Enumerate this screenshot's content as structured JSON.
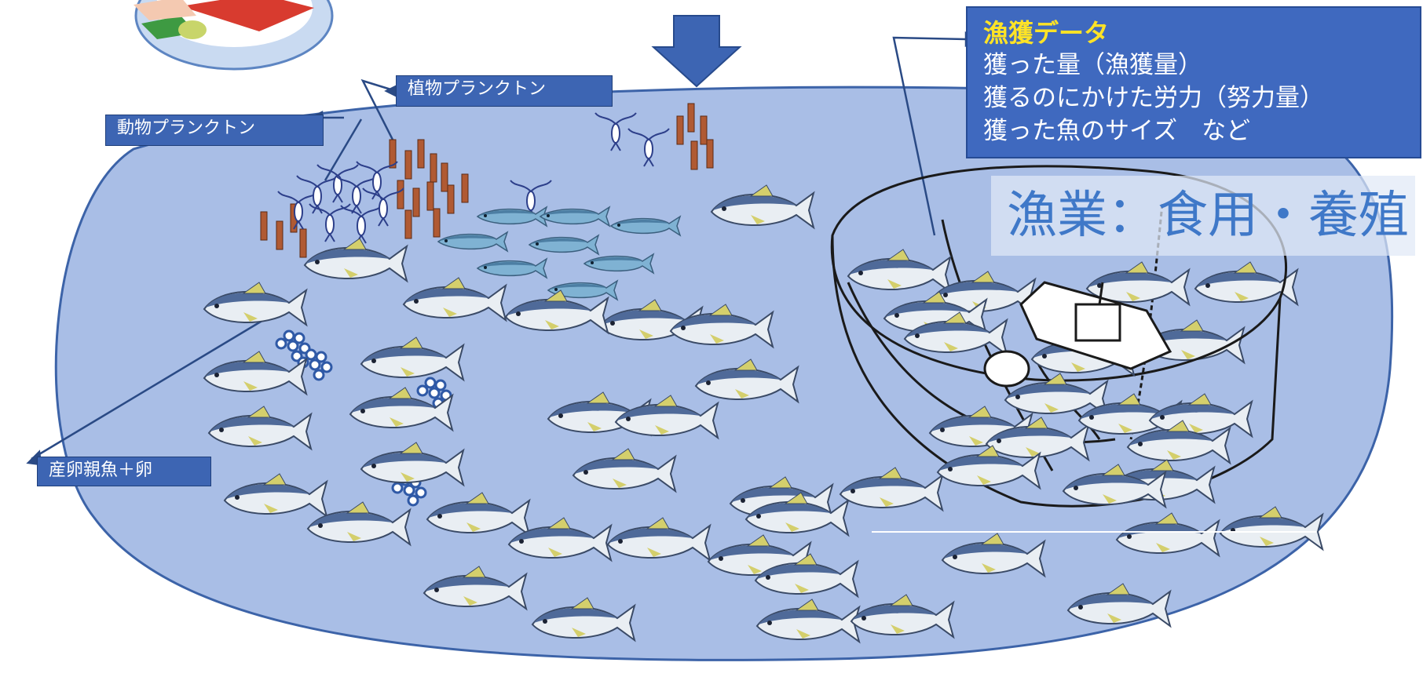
{
  "labels": {
    "phytoplankton": "植物プランクトン",
    "zooplankton": "動物プランクトン",
    "spawners": "産卵親魚＋卵"
  },
  "catch_data": {
    "title": "漁獲データ",
    "items": [
      "獲った量（漁獲量）",
      "獲るのにかけた労力（努力量）",
      "獲った魚のサイズ　など"
    ]
  },
  "fishery_label": "漁業：食用・養殖",
  "colors": {
    "ocean": "#a9bee6",
    "ocean_edge": "#3c63a8",
    "label_box": "#3d65b3",
    "title_highlight": "#ffe326",
    "fishery_text": "#3f78c8",
    "tuna_back": "#4f6a99",
    "tuna_belly": "#e9eef3",
    "tuna_fin": "#d4cf6c",
    "mackerel": "#7fb2d3",
    "phytoplankton": "#b05a33",
    "egg": "#2f59a6"
  },
  "icons": [
    "sushi-plate-icon",
    "down-arrow-icon",
    "purse-seine-net-icon",
    "fishing-boat-icon"
  ]
}
